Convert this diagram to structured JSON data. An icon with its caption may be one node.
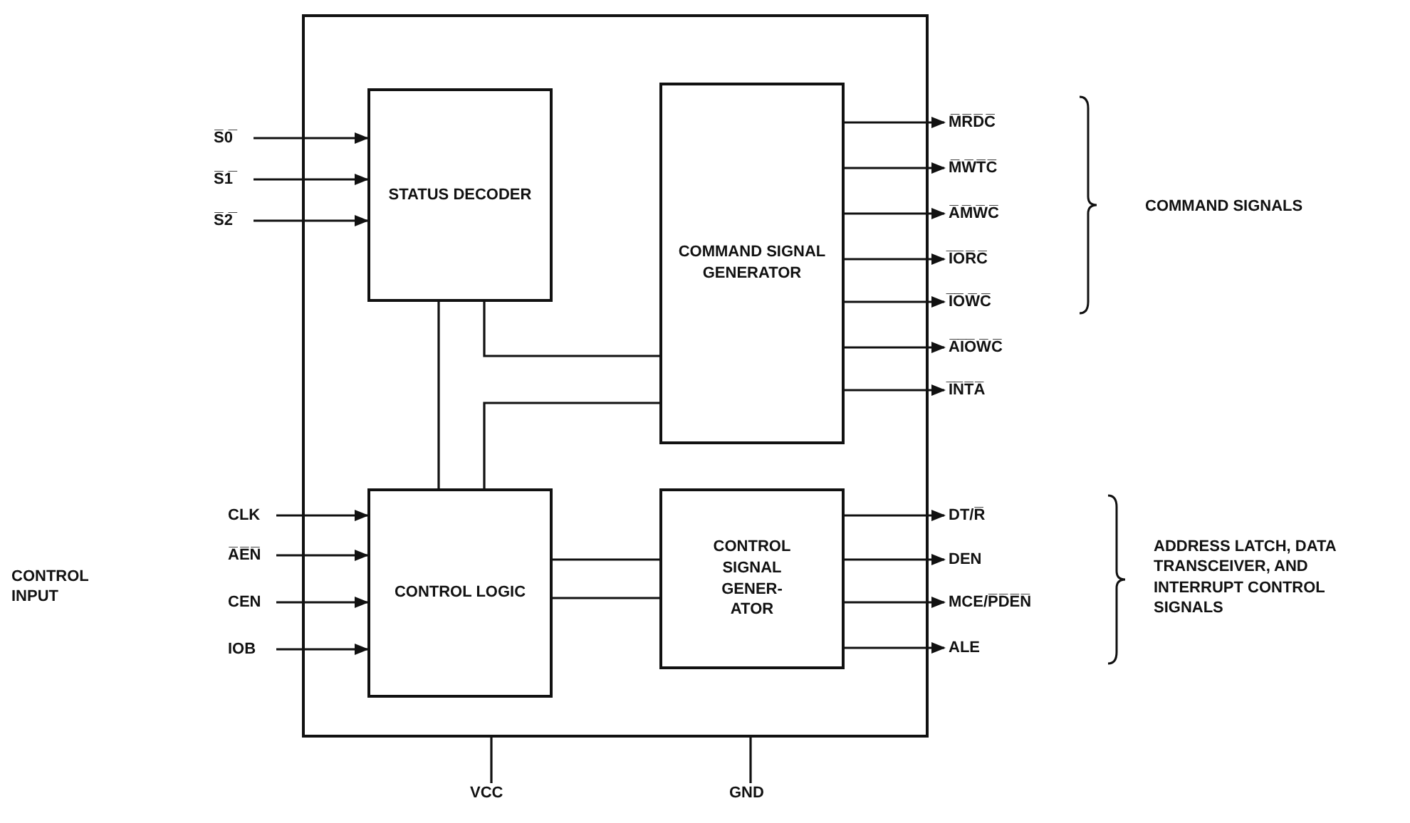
{
  "diagram": {
    "nodes": [
      {
        "text": [],
        "shape": "box"
      },
      {
        "text": [
          "S̅0̅"
        ]
      },
      {
        "text": [
          "S̅1̅"
        ]
      },
      {
        "text": [
          "S̅2̅"
        ]
      },
      {
        "text": [
          "STATUS DECODER"
        ],
        "in": 0
      },
      {
        "text": [
          "COMMAND SIGNAL GENERATOR"
        ],
        "in": 0
      },
      {
        "text": [
          "M̅R̅D̅C̅"
        ]
      },
      {
        "text": [
          "M̅W̅T̅C̅"
        ]
      },
      {
        "text": [
          "A̅M̅W̅C̅"
        ]
      },
      {
        "text": [
          "I̅O̅R̅C̅"
        ]
      },
      {
        "text": [
          "I̅O̅W̅C̅"
        ]
      },
      {
        "text": [
          "A̅I̅O̅W̅C̅"
        ]
      },
      {
        "text": [
          "I̅N̅T̅A̅"
        ]
      },
      {
        "text": [
          "CLK"
        ]
      },
      {
        "text": [
          "A̅E̅N̅"
        ]
      },
      {
        "text": [
          "CEN"
        ]
      },
      {
        "text": [
          "IOB"
        ]
      },
      {
        "text": [
          "CONTROL LOGIC"
        ],
        "in": 0
      },
      {
        "text": [
          "CONTROL SIGNAL GENER- ATOR"
        ],
        "in": 0
      },
      {
        "text": [
          "DT/R̅"
        ]
      },
      {
        "text": [
          "DEN"
        ]
      },
      {
        "text": [
          "MCE/P̅D̅E̅N̅"
        ]
      },
      {
        "text": [
          "ALE"
        ]
      },
      {
        "text": [
          "VCC"
        ]
      },
      {
        "text": [
          "GND"
        ]
      }
    ],
    "edges": [
      {
        "from": 1,
        "to": 4,
        "arrow": "to"
      },
      {
        "from": 2,
        "to": 4,
        "arrow": "to"
      },
      {
        "from": 3,
        "to": 4,
        "arrow": "to"
      },
      {
        "from": 5,
        "to": 6,
        "arrow": "to"
      },
      {
        "from": 5,
        "to": 7,
        "arrow": "to"
      },
      {
        "from": 5,
        "to": 8,
        "arrow": "to"
      },
      {
        "from": 5,
        "to": 9,
        "arrow": "to"
      },
      {
        "from": 5,
        "to": 10,
        "arrow": "to"
      },
      {
        "from": 5,
        "to": 11,
        "arrow": "to"
      },
      {
        "from": 5,
        "to": 12,
        "arrow": "to"
      },
      {
        "from": 4,
        "to": 17,
        "arrow": "none"
      },
      {
        "from": 4,
        "to": 5,
        "arrow": "none"
      },
      {
        "from": 17,
        "to": 5,
        "arrow": "none"
      },
      {
        "from": 13,
        "to": 17,
        "arrow": "to"
      },
      {
        "from": 14,
        "to": 17,
        "arrow": "to"
      },
      {
        "from": 15,
        "to": 17,
        "arrow": "to"
      },
      {
        "from": 16,
        "to": 17,
        "arrow": "to"
      },
      {
        "from": 17,
        "to": 18,
        "arrow": "none"
      },
      {
        "from": 18,
        "to": 19,
        "arrow": "to"
      },
      {
        "from": 18,
        "to": 20,
        "arrow": "to"
      },
      {
        "from": 18,
        "to": 21,
        "arrow": "to"
      },
      {
        "from": 18,
        "to": 22,
        "arrow": "to"
      },
      {
        "from": 0,
        "to": 23,
        "arrow": "none"
      },
      {
        "from": 0,
        "to": 24,
        "arrow": "none"
      }
    ],
    "labels": [
      "COMMAND SIGNALS",
      "CONTROL INPUT",
      "ADDRESS LATCH, DATA TRANSCEIVER, AND INTERRUPT CONTROL SIGNALS"
    ]
  }
}
